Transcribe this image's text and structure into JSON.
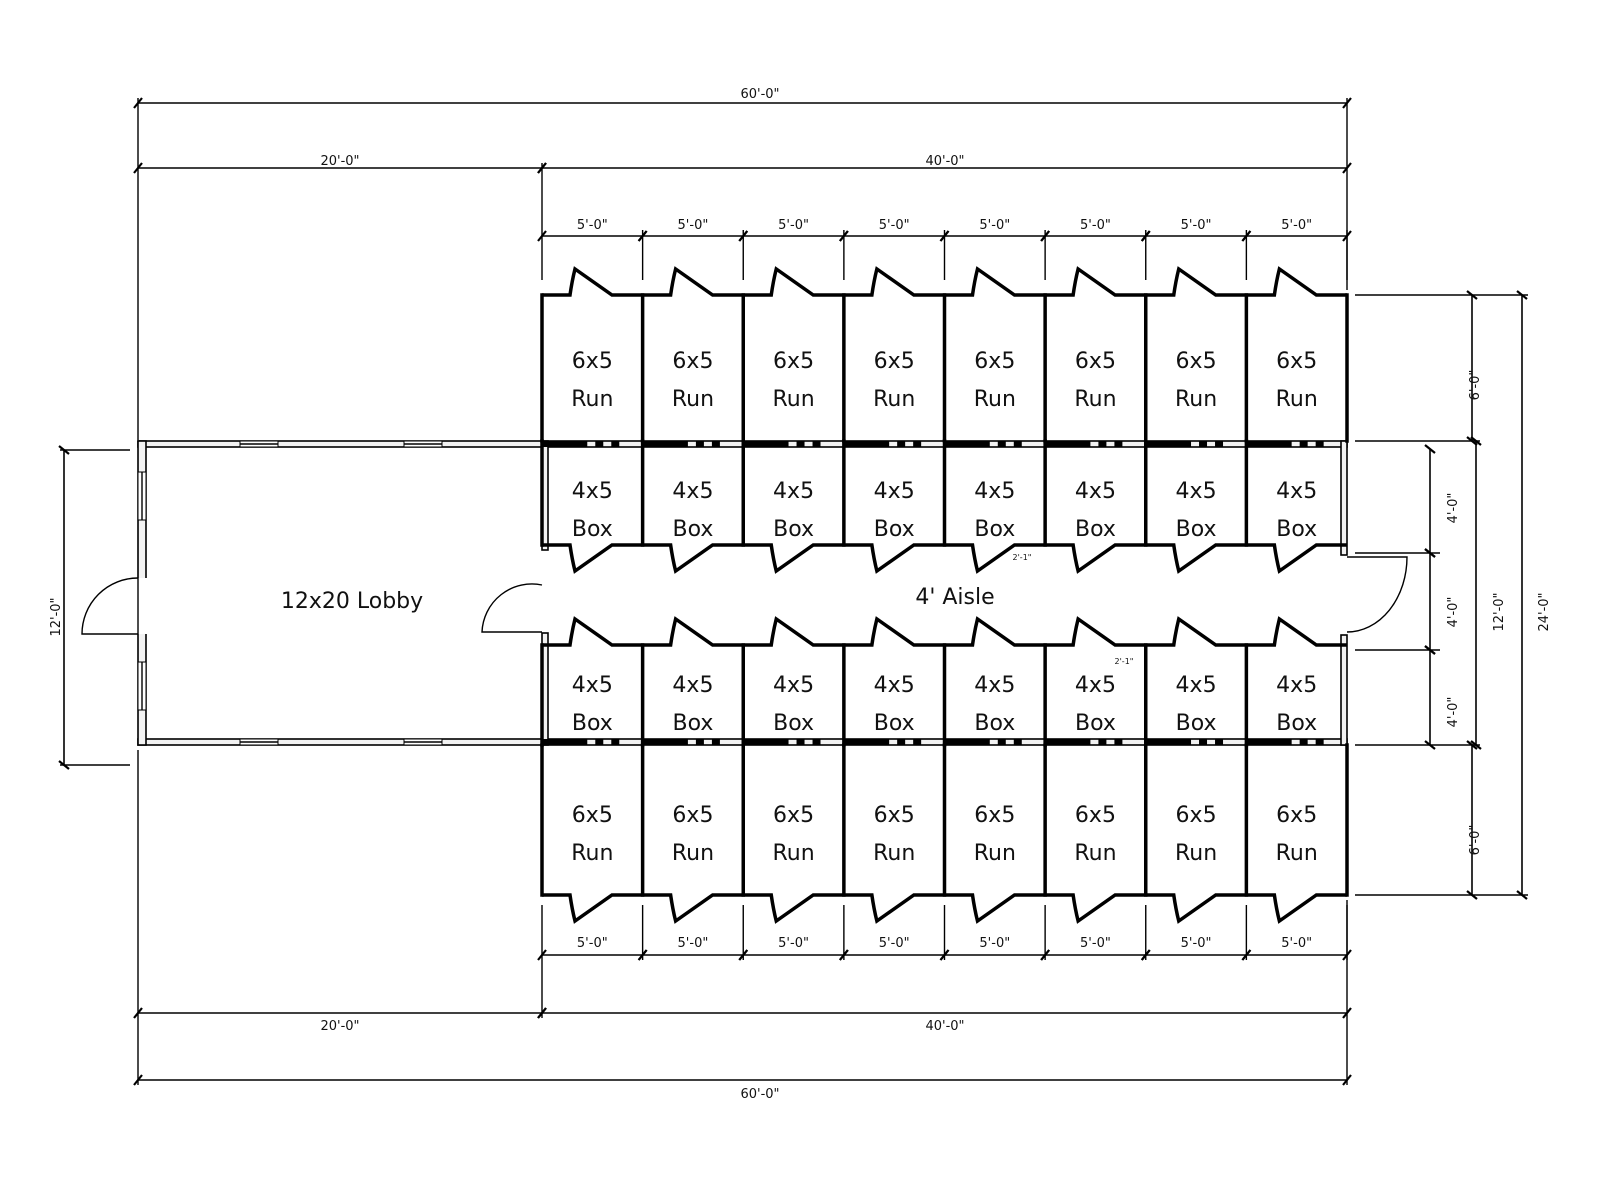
{
  "plan": {
    "lobby_label": "12x20 Lobby",
    "aisle_label": "4' Aisle",
    "run_label": [
      "6x5",
      "Run"
    ],
    "box_label": [
      "4x5",
      "Box"
    ],
    "columns": 8,
    "gate_width_note": "2'-1\""
  },
  "dimensions": {
    "overall_width": "60'-0\"",
    "lobby_width": "20'-0\"",
    "kennel_width": "40'-0\"",
    "bay_width": "5'-0\"",
    "overall_depth": "24'-0\"",
    "building_depth": "12'-0\"",
    "run_depth": "6'-0\"",
    "box_depth": "4'-0\"",
    "aisle_depth": "4'-0\"",
    "lobby_depth": "12'-0\""
  }
}
